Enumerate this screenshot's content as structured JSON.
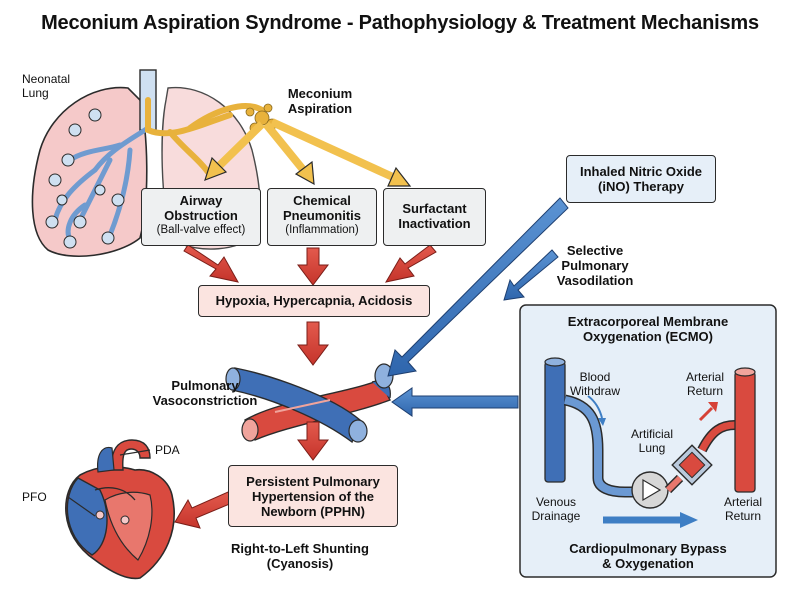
{
  "title": "Meconium Aspiration Syndrome - Pathophysiology & Treatment Mechanisms",
  "lung": {
    "label_line1": "Neonatal",
    "label_line2": "Lung",
    "aspiration_line1": "Meconium",
    "aspiration_line2": "Aspiration"
  },
  "mechanisms": [
    {
      "title_line1": "Airway",
      "title_line2": "Obstruction",
      "sub": "(Ball-valve effect)"
    },
    {
      "title_line1": "Chemical",
      "title_line2": "Pneumonitis",
      "sub": "(Inflammation)"
    },
    {
      "title_line1": "Surfactant",
      "title_line2": "Inactivation",
      "sub": ""
    }
  ],
  "hypoxia": "Hypoxia, Hypercapnia, Acidosis",
  "vasoconstriction": {
    "line1": "Pulmonary",
    "line2": "Vasoconstriction"
  },
  "pphn": {
    "line1": "Persistent Pulmonary",
    "line2": "Hypertension of the",
    "line3": "Newborn (PPHN)"
  },
  "heart": {
    "pda": "PDA",
    "pfo": "PFO"
  },
  "shunting": {
    "line1": "Right-to-Left Shunting",
    "line2": "(Cyanosis)"
  },
  "ino": {
    "line1": "Inhaled Nitric Oxide",
    "line2": "(iNO) Therapy",
    "effect_line1": "Selective",
    "effect_line2": "Pulmonary",
    "effect_line3": "Vasodilation"
  },
  "ecmo": {
    "title_line1": "Extracorporeal Membrane",
    "title_line2": "Oxygenation (ECMO)",
    "blood_withdraw_line1": "Blood",
    "blood_withdraw_line2": "Withdraw",
    "arterial_return_top_line1": "Arterial",
    "arterial_return_top_line2": "Return",
    "artificial_lung_line1": "Artificial",
    "artificial_lung_line2": "Lung",
    "venous_drainage_line1": "Venous",
    "venous_drainage_line2": "Drainage",
    "arterial_return_bottom_line1": "Arterial",
    "arterial_return_bottom_line2": "Return",
    "footer_line1": "Cardiopulmonary Bypass",
    "footer_line2": "& Oxygenation"
  },
  "colors": {
    "red_arrow": "#d64136",
    "blue_arrow": "#3e7ec4",
    "gold_arrow": "#f2c14e",
    "vein_blue": "#3f6fb6",
    "artery_red": "#d94a3f",
    "lung_pink": "#f5c9c9",
    "meconium": "#e8b23c"
  }
}
